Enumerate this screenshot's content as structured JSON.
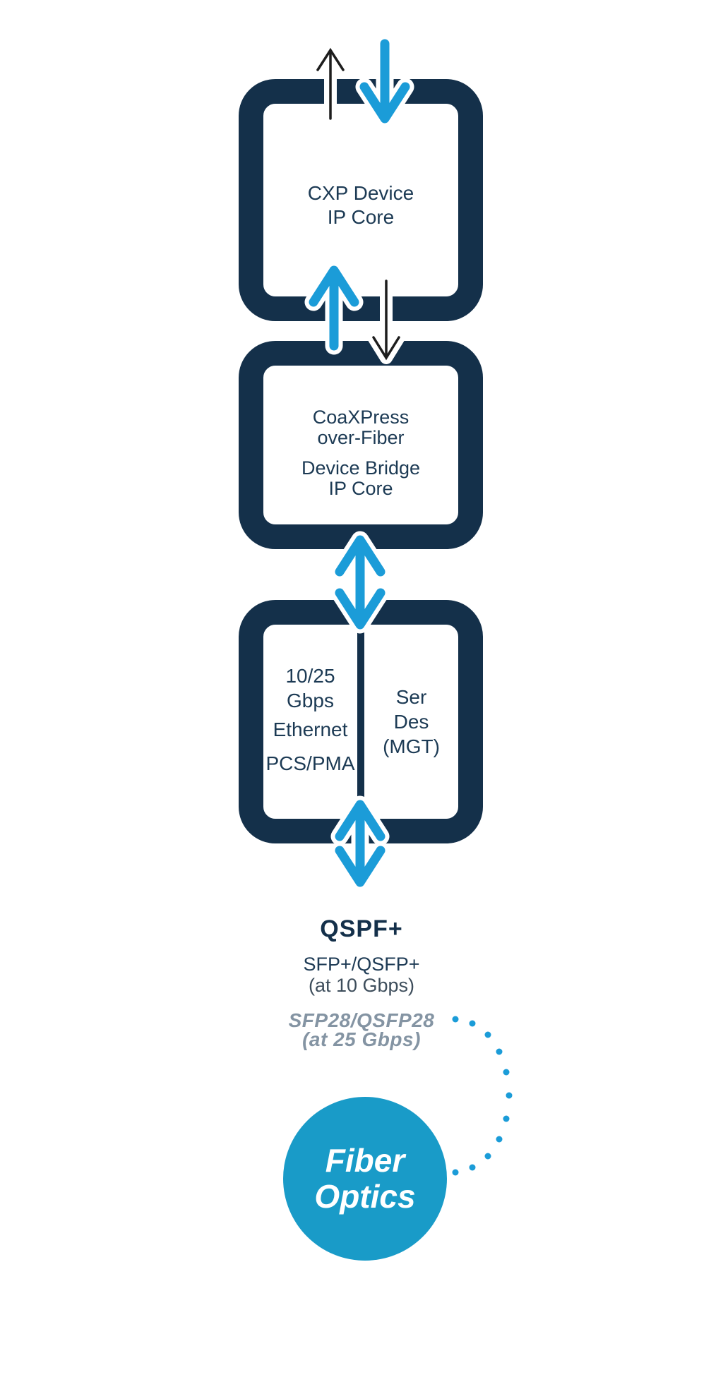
{
  "boxes": {
    "cxp": {
      "text": "CXP Device\nIP Core"
    },
    "bridge": {
      "para1": "CoaXPress\nover-Fiber",
      "para2": "Device Bridge\nIP Core"
    },
    "phy": {
      "ethernet": {
        "rate": "10/25\nGbps",
        "line2": "Ethernet",
        "line3": "PCS/PMA"
      },
      "serdes": {
        "line1": "Ser",
        "line2": "Des",
        "line3": "(MGT)"
      }
    }
  },
  "connector_labels": {
    "title": "QSPF+",
    "modules_10g": "SFP+/QSFP+",
    "rate_10g": "(at 10 Gbps)",
    "modules_25g": "SFP28/QSFP28",
    "rate_25g": "(at 25 Gbps)"
  },
  "fiber_circle": {
    "text": "Fiber\nOptics"
  },
  "icons": {
    "black-up-arrow-icon": "thin upward arrow into CXP Device IP Core",
    "blue-down-arrow-icon": "thick downward arrow into CXP Device IP Core",
    "blue-up-arrow-icon": "thick upward arrow from Device Bridge to CXP Device",
    "black-down-arrow-icon": "thin downward arrow from CXP Device to Device Bridge",
    "blue-double-arrow-upper-icon": "bidirectional arrow between Device Bridge and PHY box",
    "blue-double-arrow-lower-icon": "bidirectional arrow between PHY box and QSPF+ connector",
    "dotted-arc-icon": "dotted curve linking SFP28/QSFP28 label to Fiber Optics circle"
  },
  "colors": {
    "navy": "#14304a",
    "box_text": "#1c3a54",
    "arrow_blue": "#1b9cd8",
    "circle_blue": "#199bc8",
    "muted_gray": "#8494a3",
    "thin_arrow_black": "#1d1d1d",
    "background": "#ffffff"
  }
}
